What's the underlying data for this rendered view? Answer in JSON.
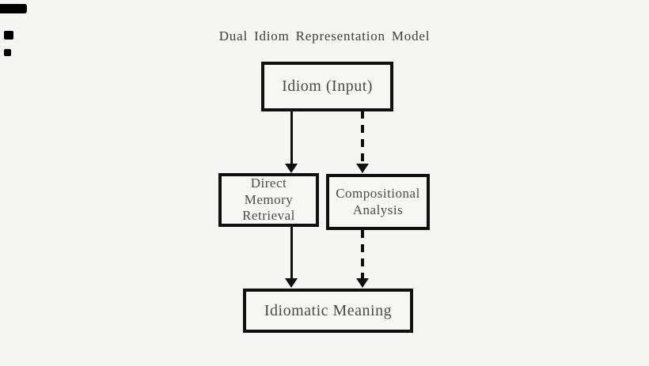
{
  "page": {
    "background_color": "#f5f5f4",
    "border_color": "#101010",
    "text_color": "#4a4a47"
  },
  "diagram": {
    "type": "flowchart",
    "title": "Dual Idiom Representation Model",
    "nodes": [
      {
        "id": "input",
        "label": "Idiom (Input)"
      },
      {
        "id": "direct-memory-retrieval",
        "label": "Direct Memory Retrieval"
      },
      {
        "id": "compositional-analysis",
        "label": "Compositional Analysis"
      },
      {
        "id": "idiomatic-meaning",
        "label": "Idiomatic Meaning"
      }
    ],
    "edges": [
      {
        "from": "input",
        "to": "direct-memory-retrieval",
        "style": "solid",
        "direction": "down"
      },
      {
        "from": "input",
        "to": "compositional-analysis",
        "style": "dashed",
        "direction": "down"
      },
      {
        "from": "direct-memory-retrieval",
        "to": "idiomatic-meaning",
        "style": "solid",
        "direction": "down"
      },
      {
        "from": "compositional-analysis",
        "to": "idiomatic-meaning",
        "style": "dashed",
        "direction": "down"
      }
    ]
  }
}
